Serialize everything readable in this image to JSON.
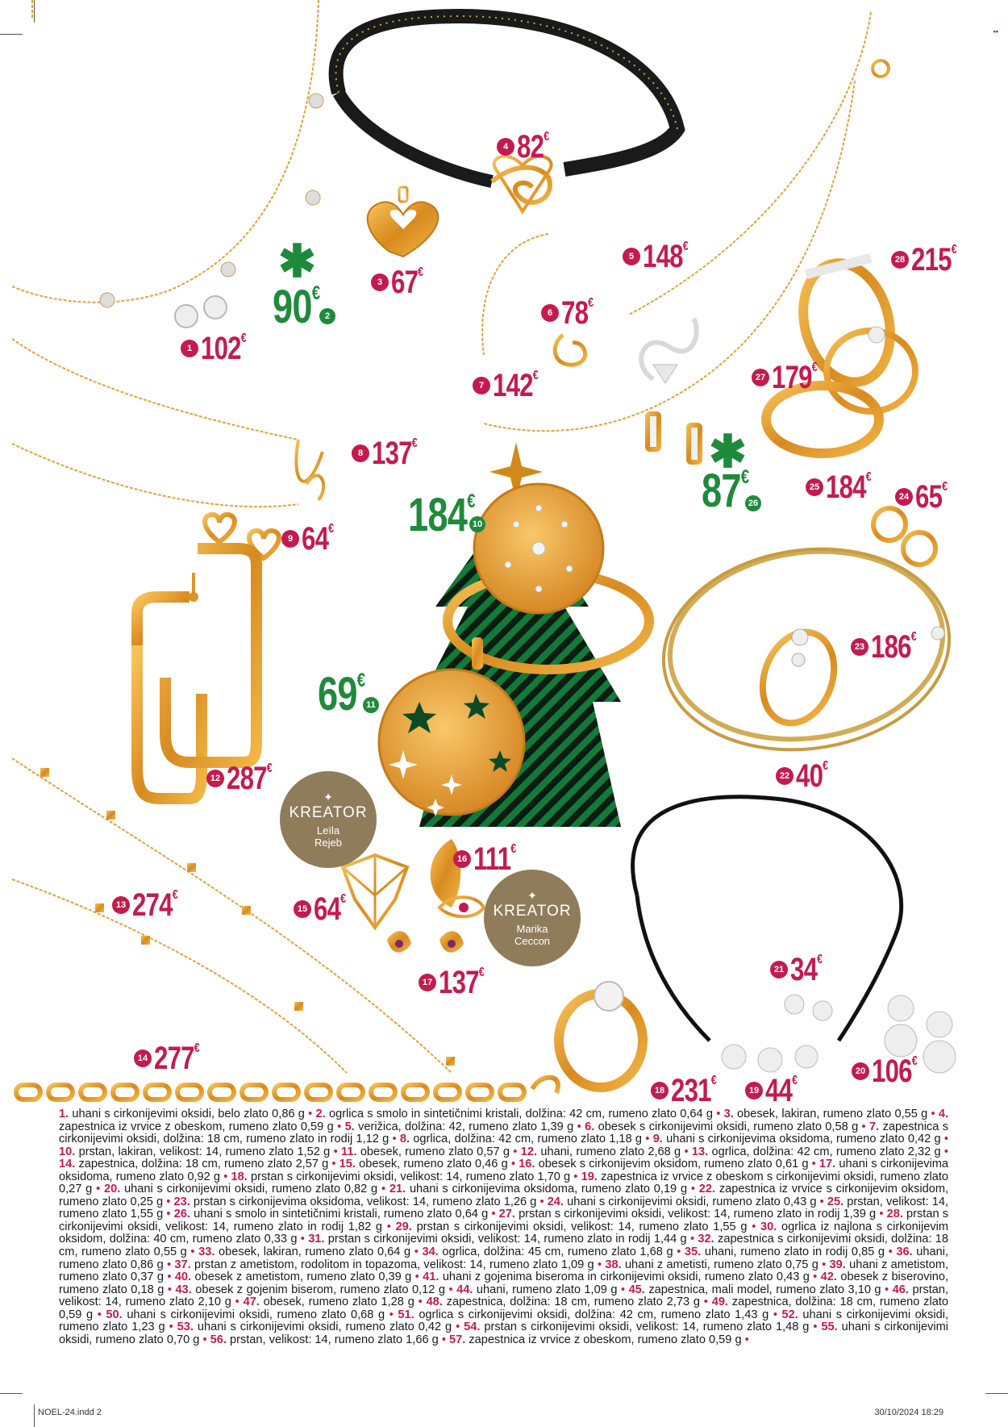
{
  "prices": [
    {
      "n": "1",
      "v": "102",
      "c": "€"
    },
    {
      "n": "3",
      "v": "67",
      "c": "€"
    },
    {
      "n": "4",
      "v": "82",
      "c": "€"
    },
    {
      "n": "5",
      "v": "148",
      "c": "€"
    },
    {
      "n": "6",
      "v": "78",
      "c": "€"
    },
    {
      "n": "7",
      "v": "142",
      "c": "€"
    },
    {
      "n": "8",
      "v": "137",
      "c": "€"
    },
    {
      "n": "9",
      "v": "64",
      "c": "€"
    },
    {
      "n": "12",
      "v": "287",
      "c": "€"
    },
    {
      "n": "13",
      "v": "274",
      "c": "€"
    },
    {
      "n": "14",
      "v": "277",
      "c": "€"
    },
    {
      "n": "15",
      "v": "64",
      "c": "€"
    },
    {
      "n": "16",
      "v": "111",
      "c": "€"
    },
    {
      "n": "17",
      "v": "137",
      "c": "€"
    },
    {
      "n": "18",
      "v": "231",
      "c": "€"
    },
    {
      "n": "19",
      "v": "44",
      "c": "€"
    },
    {
      "n": "20",
      "v": "106",
      "c": "€"
    },
    {
      "n": "21",
      "v": "34",
      "c": "€"
    },
    {
      "n": "22",
      "v": "40",
      "c": "€"
    },
    {
      "n": "23",
      "v": "186",
      "c": "€"
    },
    {
      "n": "24",
      "v": "65",
      "c": "€"
    },
    {
      "n": "25",
      "v": "184",
      "c": "€"
    },
    {
      "n": "27",
      "v": "179",
      "c": "€"
    },
    {
      "n": "28",
      "v": "215",
      "c": "€"
    }
  ],
  "green_prices": [
    {
      "n": "2",
      "v": "90",
      "c": "€"
    },
    {
      "n": "26",
      "v": "87",
      "c": "€"
    },
    {
      "n": "10",
      "v": "184",
      "c": "€"
    },
    {
      "n": "11",
      "v": "69",
      "c": "€"
    }
  ],
  "badges": [
    {
      "title": "KREATOR",
      "name1": "Leïla",
      "name2": "Rejeb"
    },
    {
      "title": "KREATOR",
      "name1": "Marika",
      "name2": "Ceccon"
    }
  ],
  "items": [
    {
      "n": "1.",
      "t": "uhani s cirkonijevimi oksidi, belo zlato 0,86 g"
    },
    {
      "n": "2.",
      "t": "ogrlica s smolo in sintetičnimi kristali, dolžina: 42 cm, rumeno zlato 0,64 g"
    },
    {
      "n": "3.",
      "t": "obesek, lakiran, rumeno zlato 0,55 g"
    },
    {
      "n": "4.",
      "t": "zapestnica iz vrvice z obeskom, rumeno zlato 0,59 g"
    },
    {
      "n": "5.",
      "t": "verižica, dolžina: 42, rumeno zlato 1,39 g"
    },
    {
      "n": "6.",
      "t": "obesek s cirkonijevimi oksidi, rumeno zlato 0,58 g"
    },
    {
      "n": "7.",
      "t": "zapestnica s cirkonijevimi oksidi, dolžina: 18 cm, rumeno zlato in rodij 1,12 g"
    },
    {
      "n": "8.",
      "t": "ogrlica, dolžina: 42 cm, rumeno zlato 1,18 g"
    },
    {
      "n": "9.",
      "t": "uhani s cirkonijevima oksidoma, rumeno zlato 0,42 g"
    },
    {
      "n": "10.",
      "t": "prstan, lakiran, velikost: 14, rumeno zlato 1,52 g"
    },
    {
      "n": "11.",
      "t": "obesek, rumeno zlato 0,57 g"
    },
    {
      "n": "12.",
      "t": "uhani, rumeno zlato 2,68 g"
    },
    {
      "n": "13.",
      "t": "ogrlica, dolžina: 42 cm, rumeno zlato 2,32 g"
    },
    {
      "n": "14.",
      "t": "zapestnica, dolžina: 18 cm, rumeno zlato 2,57 g"
    },
    {
      "n": "15.",
      "t": "obesek, rumeno zlato 0,46 g"
    },
    {
      "n": "16.",
      "t": "obesek s cirkonijevim oksidom, rumeno zlato 0,61 g"
    },
    {
      "n": "17.",
      "t": "uhani s cirkonijevima oksidoma, rumeno zlato 0,92 g"
    },
    {
      "n": "18.",
      "t": "prstan s cirkonijevimi oksidi, velikost: 14, rumeno zlato 1,70 g"
    },
    {
      "n": "19.",
      "t": "zapestnica iz vrvice z obeskom s cirkonijevimi oksidi, rumeno zlato 0,27 g"
    },
    {
      "n": "20.",
      "t": "uhani s cirkonijevimi oksidi, rumeno zlato 0,82 g"
    },
    {
      "n": "21.",
      "t": "uhani s cirkonijevima oksidoma, rumeno zlato 0,19 g"
    },
    {
      "n": "22.",
      "t": "zapestnica iz vrvice s cirkonijevim oksidom, rumeno zlato 0,25 g"
    },
    {
      "n": "23.",
      "t": "prstan s cirkonijevima oksidoma, velikost: 14, rumeno zlato 1,26 g"
    },
    {
      "n": "24.",
      "t": "uhani s cirkonijevimi oksidi, rumeno zlato 0,43 g"
    },
    {
      "n": "25.",
      "t": "prstan, velikost: 14, rumeno zlato 1,55 g"
    },
    {
      "n": "26.",
      "t": "uhani s smolo in sintetičnimi kristali, rumeno zlato 0,64 g"
    },
    {
      "n": "27.",
      "t": "prstan s cirkonijevimi oksidi, velikost: 14, rumeno zlato in rodij 1,39 g"
    },
    {
      "n": "28.",
      "t": "prstan s cirkonijevimi oksidi, velikost: 14, rumeno zlato in rodij 1,82 g"
    },
    {
      "n": "29.",
      "t": "prstan s cirkonijevimi oksidi, velikost: 14, rumeno zlato 1,55 g"
    },
    {
      "n": "30.",
      "t": "ogrlica iz najlona s cirkonijevim oksidom, dolžina: 40 cm, rumeno zlato 0,33 g"
    },
    {
      "n": "31.",
      "t": "prstan s cirkonijevimi oksidi, velikost: 14, rumeno zlato in rodij 1,44 g"
    },
    {
      "n": "32.",
      "t": "zapestnica s cirkonijevimi oksidi, dolžina: 18 cm, rumeno zlato 0,55 g"
    },
    {
      "n": "33.",
      "t": "obesek, lakiran, rumeno zlato 0,64 g"
    },
    {
      "n": "34.",
      "t": "ogrlica, dolžina: 45 cm, rumeno zlato 1,68 g"
    },
    {
      "n": "35.",
      "t": "uhani, rumeno zlato in rodij 0,85 g"
    },
    {
      "n": "36.",
      "t": "uhani, rumeno zlato 0,86 g"
    },
    {
      "n": "37.",
      "t": "prstan z ametistom, rodolitom in topazoma, velikost: 14, rumeno zlato 1,09 g"
    },
    {
      "n": "38.",
      "t": "uhani z ametisti, rumeno zlato 0,75 g"
    },
    {
      "n": "39.",
      "t": "uhani z ametistom, rumeno zlato 0,37 g"
    },
    {
      "n": "40.",
      "t": "obesek z ametistom, rumeno zlato 0,39 g"
    },
    {
      "n": "41.",
      "t": "uhani z gojenima biseroma in cirkonijevimi oksidi, rumeno zlato 0,43 g"
    },
    {
      "n": "42.",
      "t": "obesek z biserovino, rumeno zlato 0,18 g"
    },
    {
      "n": "43.",
      "t": "obesek z gojenim biserom, rumeno zlato 0,12 g"
    },
    {
      "n": "44.",
      "t": "uhani, rumeno zlato 1,09 g"
    },
    {
      "n": "45.",
      "t": "zapestnica, mali model, rumeno zlato 3,10 g"
    },
    {
      "n": "46.",
      "t": "prstan, velikost: 14, rumeno zlato 2,10 g"
    },
    {
      "n": "47.",
      "t": "obesek, rumeno zlato 1,28 g"
    },
    {
      "n": "48.",
      "t": "zapestnica, dolžina: 18 cm, rumeno zlato 2,73 g"
    },
    {
      "n": "49.",
      "t": "zapestnica, dolžina: 18 cm, rumeno zlato 0,59 g"
    },
    {
      "n": "50.",
      "t": "uhani s cirkonijevimi oksidi, rumeno zlato 0,68 g"
    },
    {
      "n": "51.",
      "t": "ogrlica s cirkonijevimi oksidi, dolžina: 42 cm, rumeno zlato 1,43 g"
    },
    {
      "n": "52.",
      "t": "uhani s cirkonijevimi oksidi, rumeno zlato 1,23 g"
    },
    {
      "n": "53.",
      "t": "uhani s cirkonijevimi oksidi, rumeno zlato 0,42 g"
    },
    {
      "n": "54.",
      "t": "prstan s cirkonijevimi oksidi, velikost: 14, rumeno zlato 1,48 g"
    },
    {
      "n": "55.",
      "t": "uhani s cirkonijevimi oksidi, rumeno zlato 0,70 g"
    },
    {
      "n": "56.",
      "t": "prstan, velikost: 14, rumeno zlato 1,66 g"
    },
    {
      "n": "57.",
      "t": "zapestnica iz vrvice z obeskom, rumeno zlato 0,59 g"
    }
  ],
  "footer": {
    "file": "NOEL-24.indd   2",
    "date": "30/10/2024   18:29"
  },
  "colors": {
    "price": "#c41b4f",
    "green": "#1f8a3c",
    "gold": "#d9952a",
    "badge": "#8e7c5a"
  }
}
